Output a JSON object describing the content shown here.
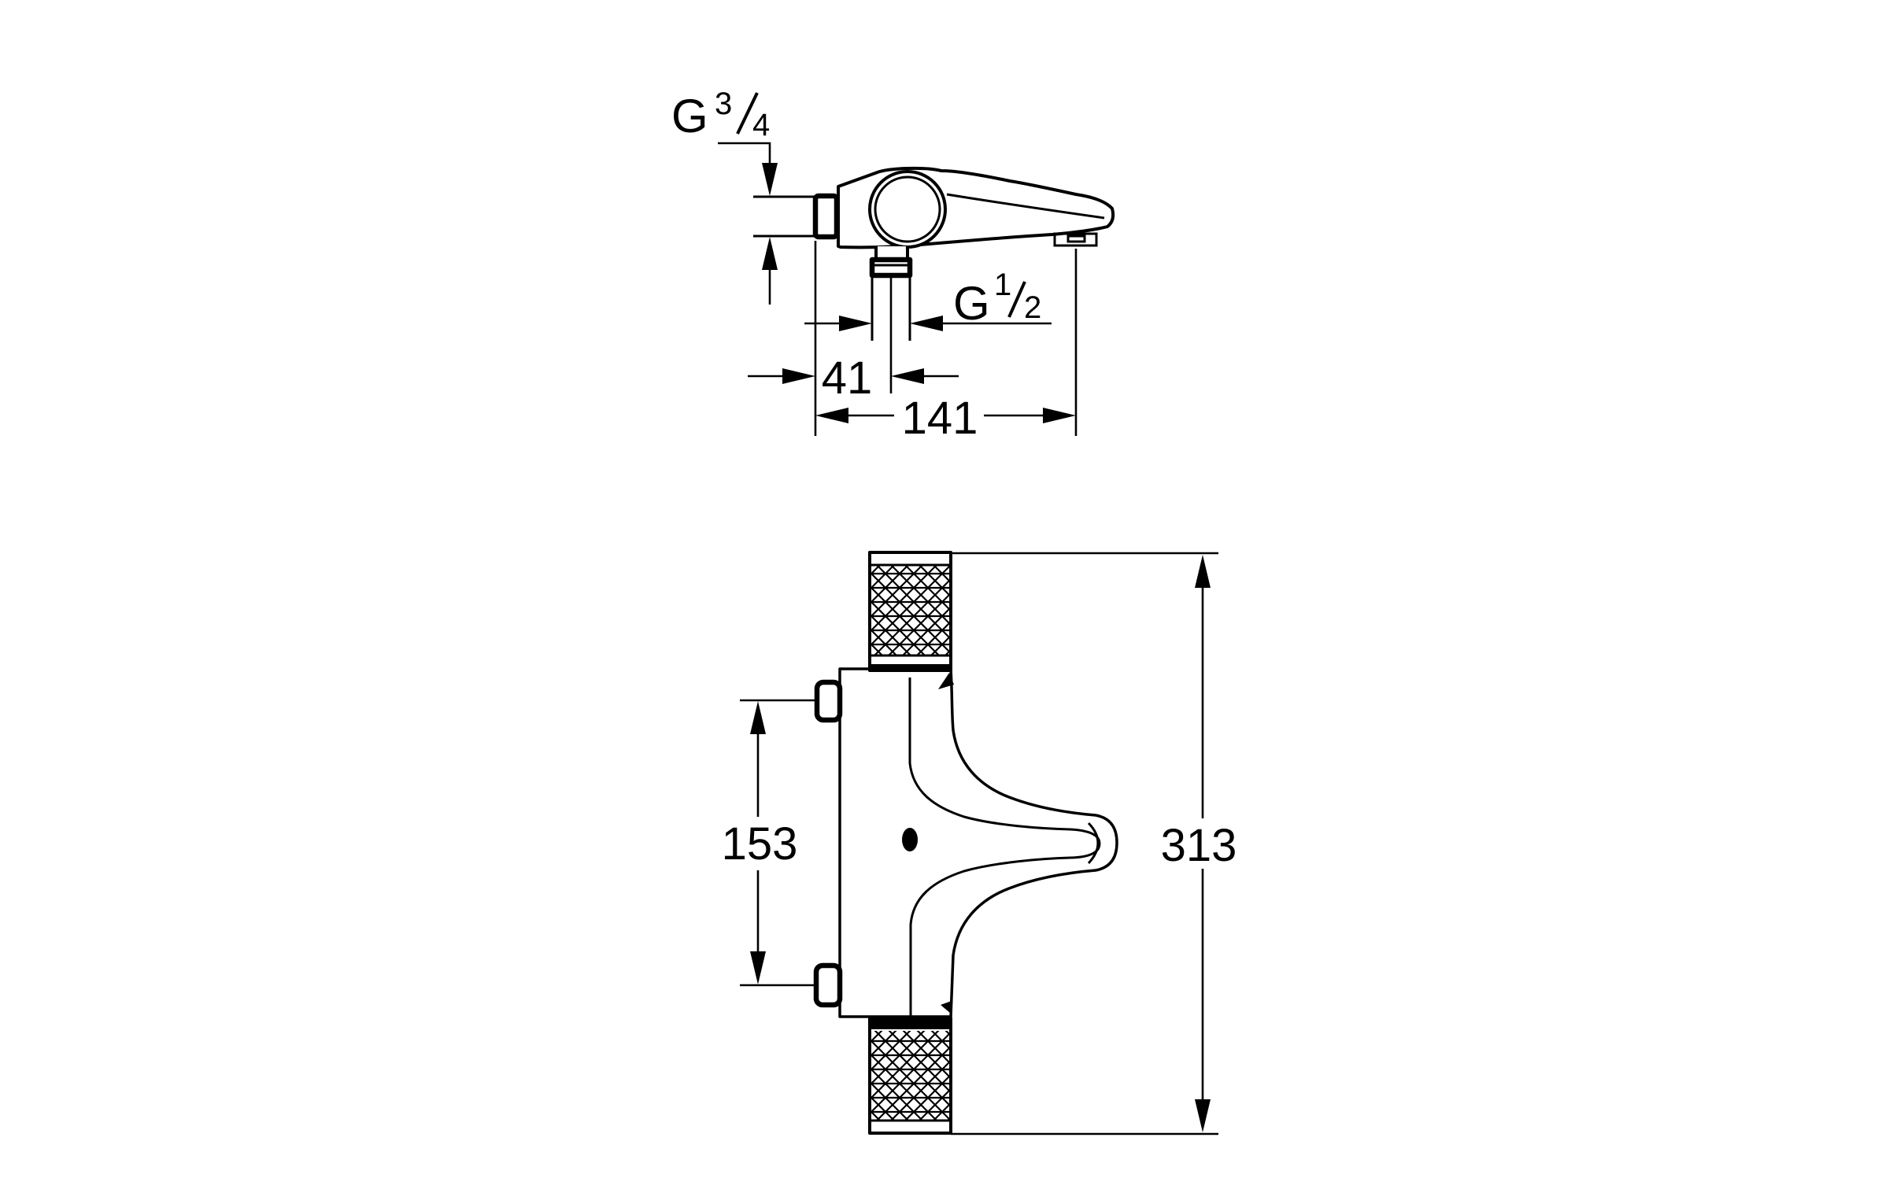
{
  "colors": {
    "line": "#000000",
    "background": "#ffffff"
  },
  "top_view": {
    "thread_inlet": {
      "g": "G",
      "numerator": "3",
      "denominator": "4"
    },
    "thread_outlet": {
      "g": "G",
      "numerator": "1",
      "denominator": "2"
    },
    "dim_outlet_offset": "41",
    "dim_spout_length": "141"
  },
  "front_view": {
    "dim_port_spacing": "153",
    "dim_overall_height": "313"
  }
}
